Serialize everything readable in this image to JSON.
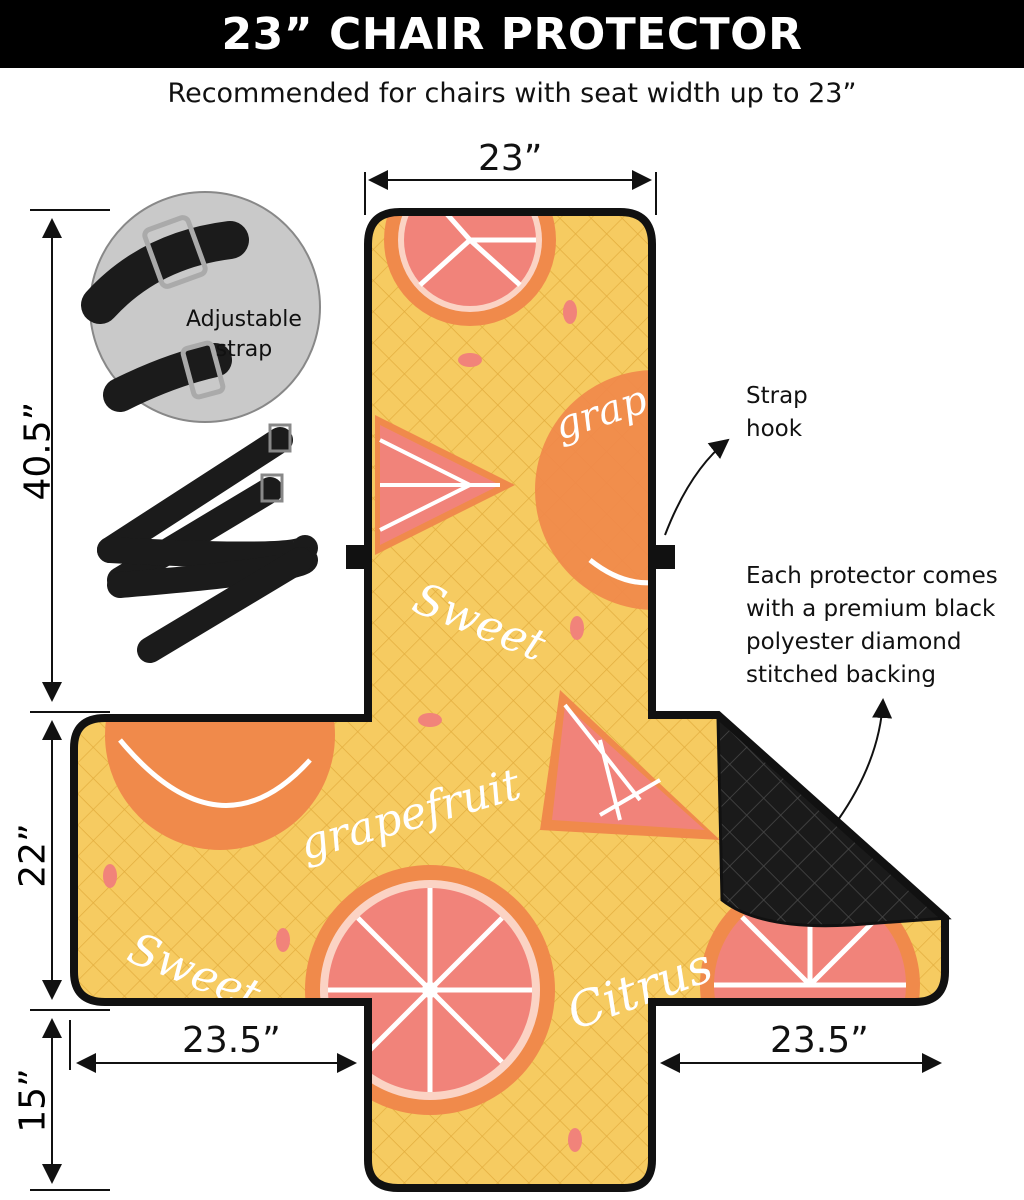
{
  "header": {
    "title": "23” CHAIR PROTECTOR",
    "subtitle": "Recommended for chairs with seat width up to 23”"
  },
  "dimensions": {
    "back_width": "23”",
    "back_height": "40.5”",
    "seat_depth": "22”",
    "front_flap": "15”",
    "left_arm": "23.5”",
    "right_arm": "23.5”"
  },
  "callouts": {
    "strap_inset_line1": "Adjustable",
    "strap_inset_line2": "strap",
    "hook_line1": "Strap",
    "hook_line2": "hook",
    "backing_line1": "Each protector comes",
    "backing_line2": "with a premium black",
    "backing_line3": "polyester diamond",
    "backing_line4": "stitched backing"
  },
  "pattern_words": [
    "Sweet",
    "grapefruit",
    "Citrus"
  ],
  "colors": {
    "fabric": "#f6cb61",
    "fruit_peel": "#f08a4b",
    "fruit_flesh": "#f1837a",
    "backing": "#1a1a1a",
    "outline": "#111111"
  }
}
